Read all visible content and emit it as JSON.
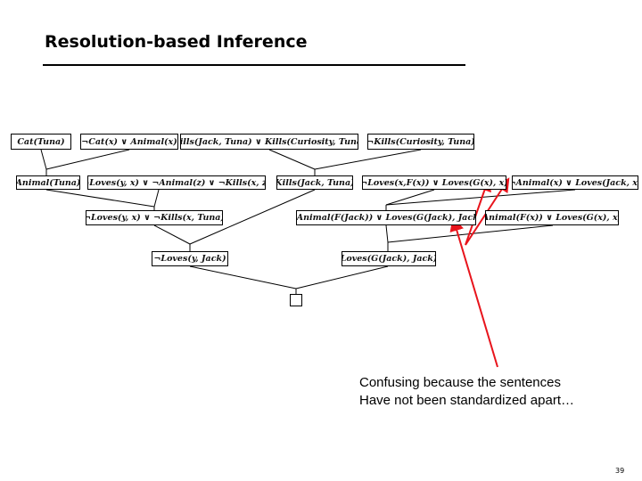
{
  "slide": {
    "title": "Resolution-based Inference",
    "page_number": "39"
  },
  "clauses": {
    "r1": [
      "Cat(Tuna)",
      "¬Cat(x) ∨ Animal(x)",
      "Kills(Jack, Tuna) ∨ Kills(Curiosity, Tuna)",
      "¬Kills(Curiosity, Tuna)"
    ],
    "r2": [
      "Animal(Tuna)",
      "¬Loves(y, x) ∨ ¬Animal(z) ∨ ¬Kills(x, z)",
      "Kills(Jack, Tuna)",
      "¬Loves(x,F(x)) ∨ Loves(G(x), x)",
      "¬Animal(x) ∨ Loves(Jack, x)"
    ],
    "r3": [
      "¬Loves(y, x) ∨ ¬Kills(x, Tuna)",
      "¬Animal(F(Jack)) ∨ Loves(G(Jack), Jack)",
      "Animal(F(x)) ∨ Loves(G(x), x)"
    ],
    "r4": [
      "¬Loves(y, Jack)",
      "Loves(G(Jack), Jack)"
    ],
    "empty": ""
  },
  "annotation": {
    "line1": "Confusing because the sentences",
    "line2": "Have not been standardized apart…",
    "arrow_color": "#e8141c"
  }
}
